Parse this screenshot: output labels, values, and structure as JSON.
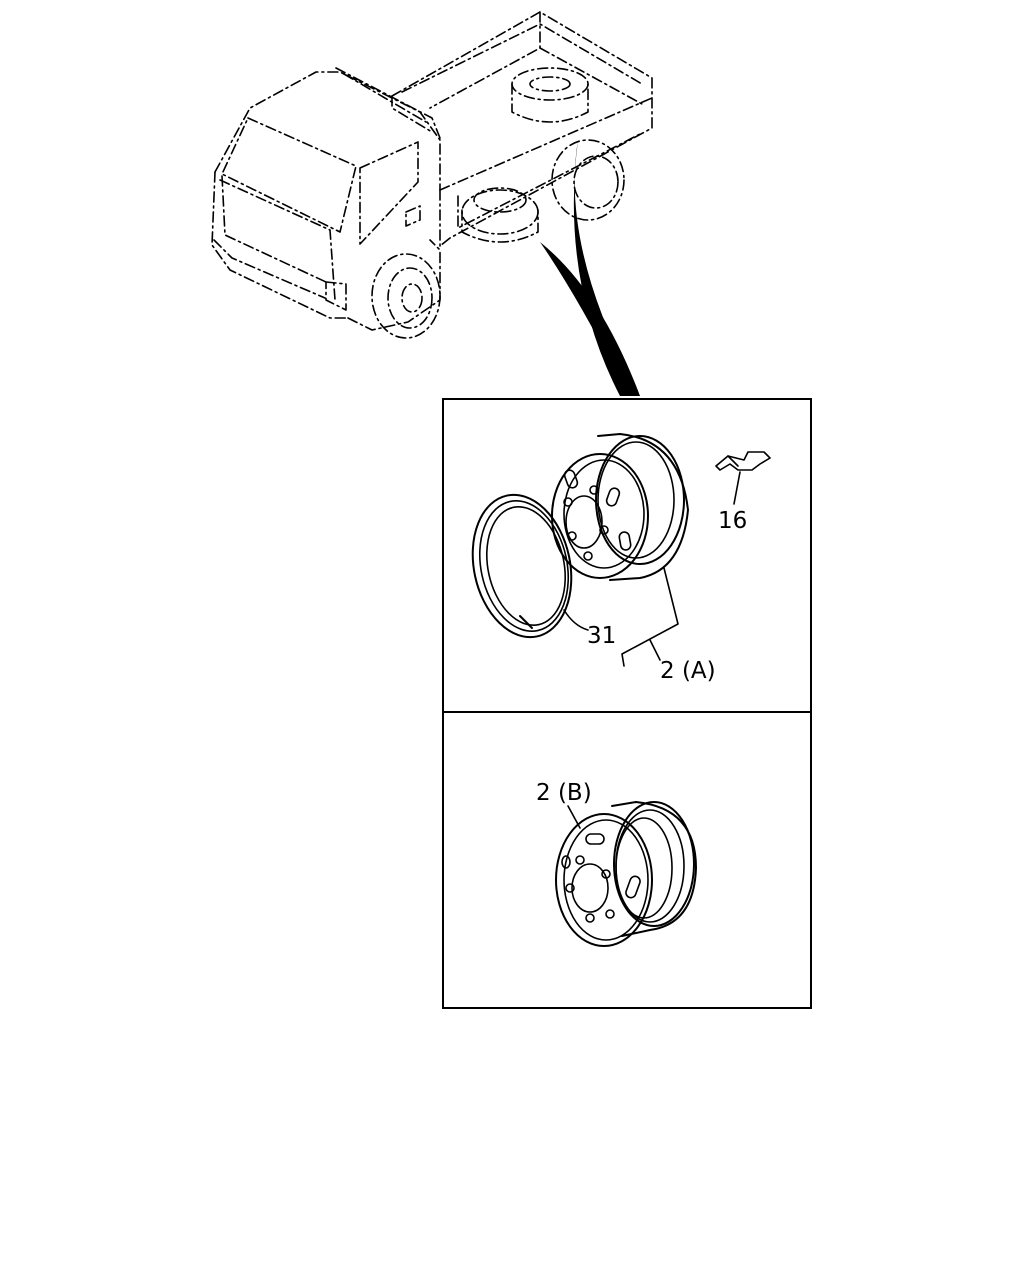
{
  "callouts": {
    "part_16": "16",
    "part_31": "31",
    "part_2a": "2 (A)",
    "part_2b": "2 (B)"
  }
}
